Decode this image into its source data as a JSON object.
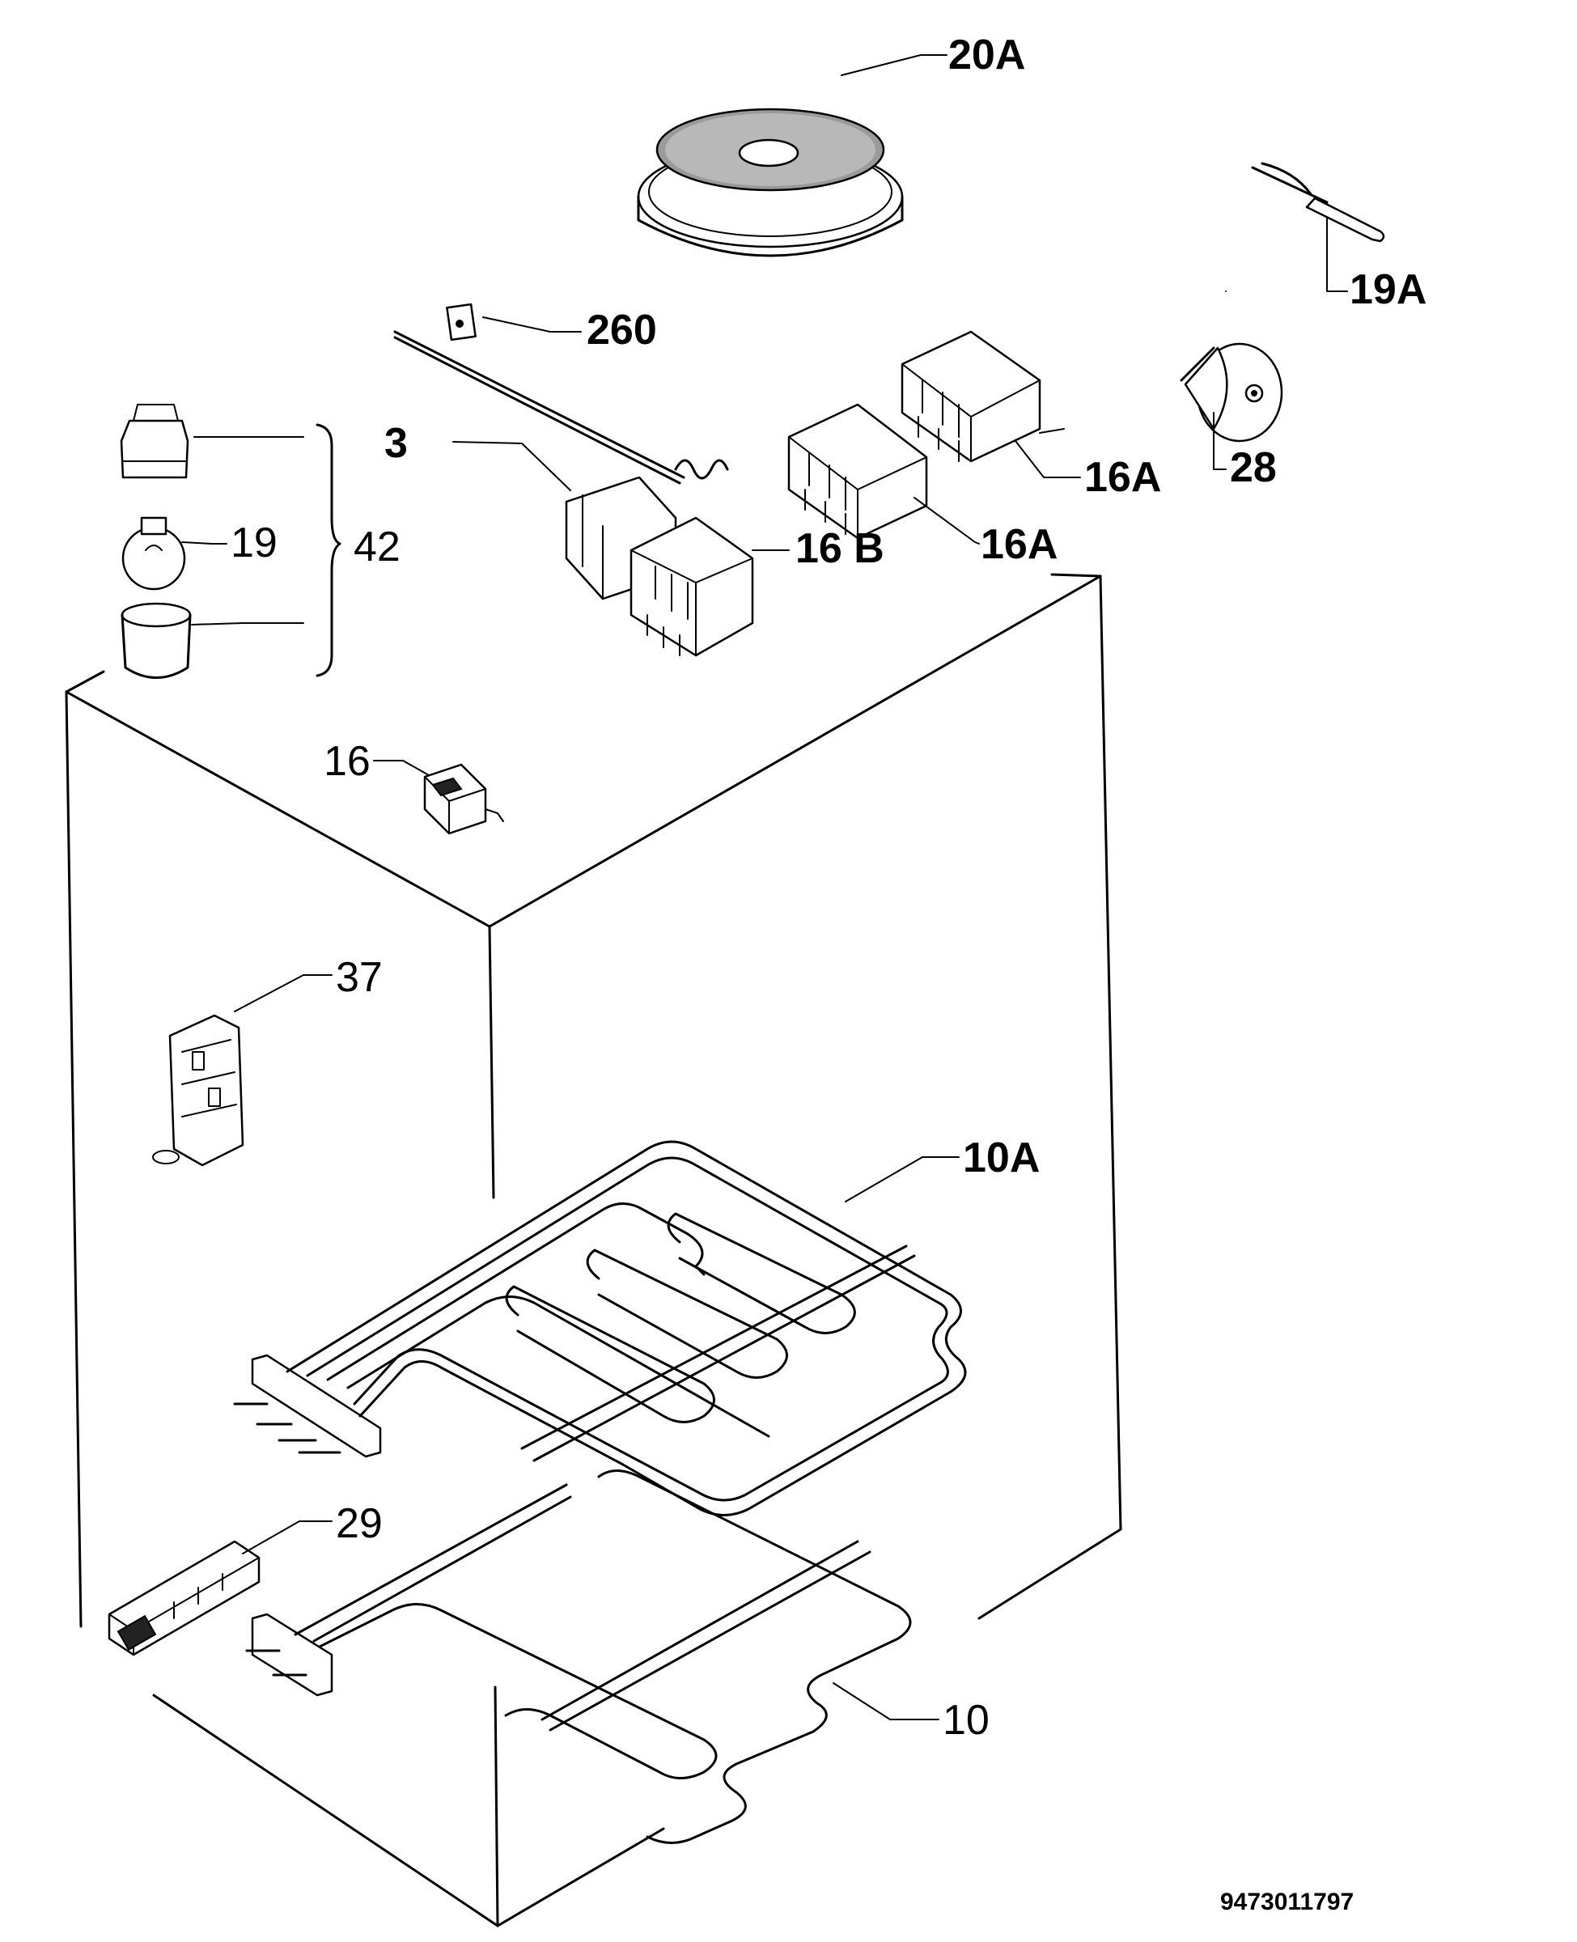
{
  "diagram": {
    "labels": {
      "l20A": "20A",
      "l19A": "19A",
      "l260": "260",
      "l3": "3",
      "l28": "28",
      "l16A_top": "16A",
      "l16A_mid": "16A",
      "l16B": "16 B",
      "l19": "19",
      "l42": "42",
      "l16": "16",
      "l37": "37",
      "l10A": "10A",
      "l29": "29",
      "l10": "10"
    },
    "document_number": "9473011797"
  }
}
